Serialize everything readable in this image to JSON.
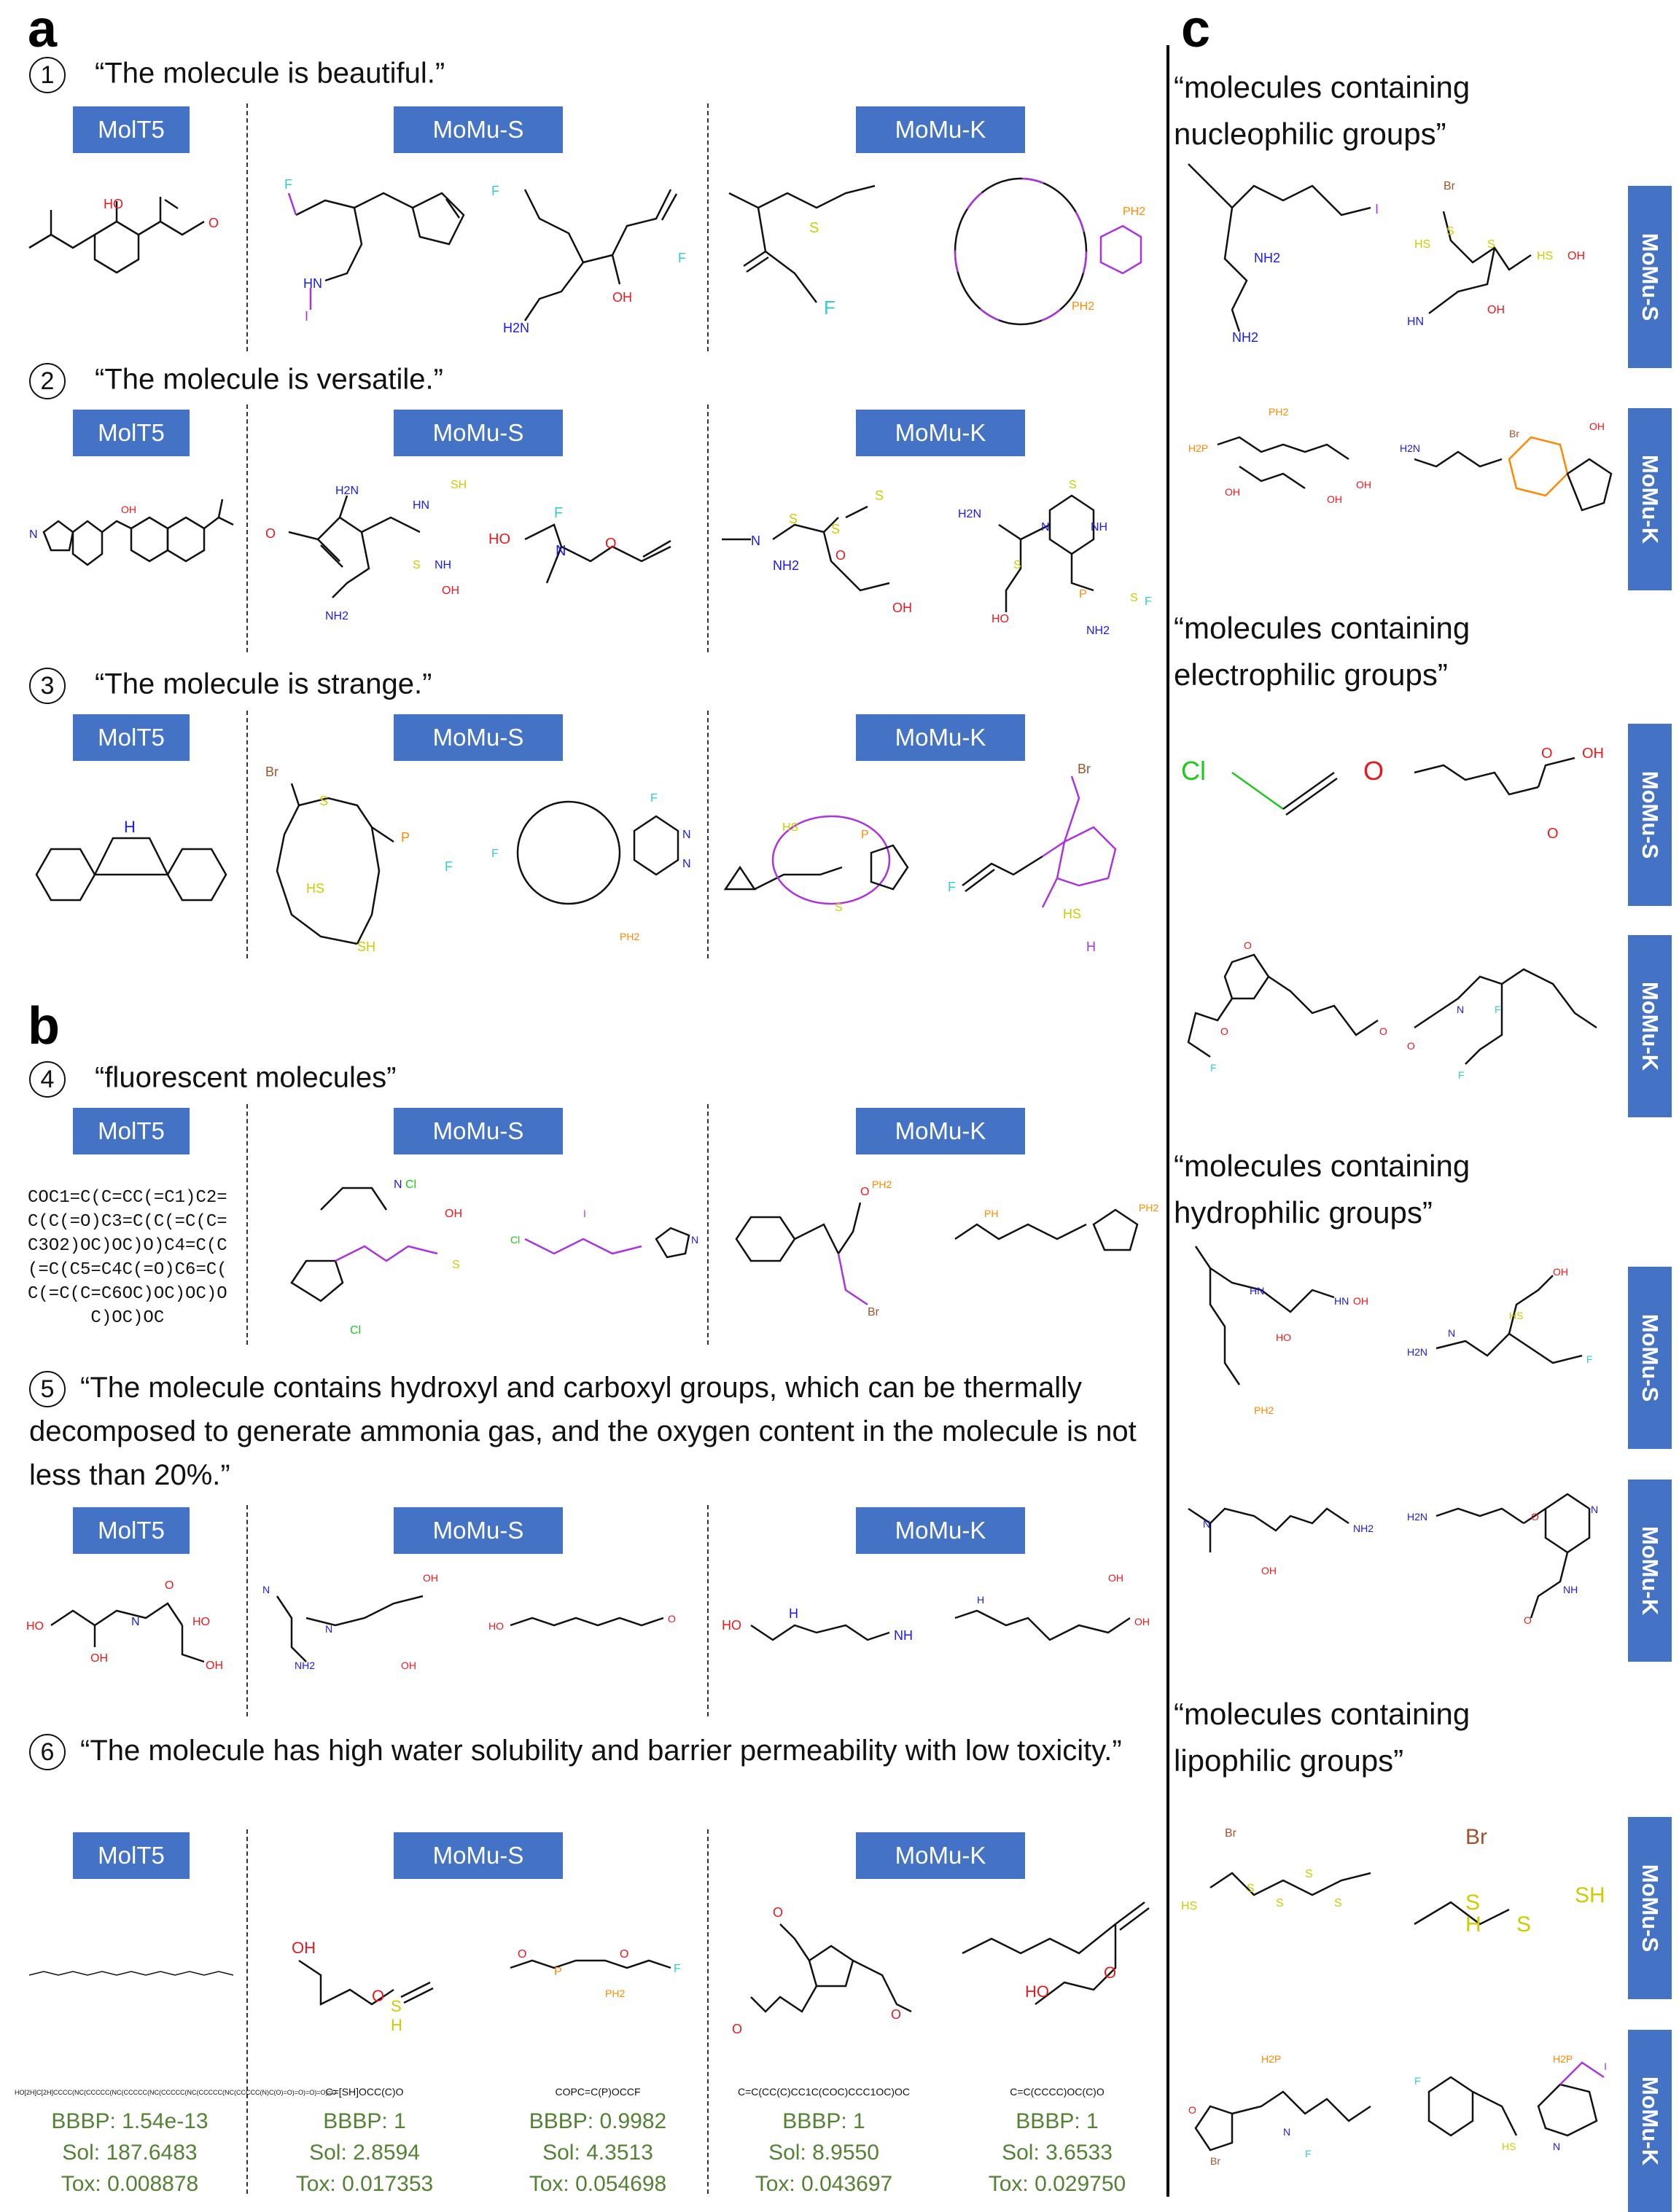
{
  "panels": {
    "a": "a",
    "b": "b",
    "c": "c"
  },
  "models": {
    "molt5": "MolT5",
    "momu_s": "MoMu-S",
    "momu_k": "MoMu-K"
  },
  "prompts": {
    "p1": {
      "num": "1",
      "text": "“The molecule is beautiful.”"
    },
    "p2": {
      "num": "2",
      "text": "“The molecule is versatile.”"
    },
    "p3": {
      "num": "3",
      "text": "“The molecule is strange.”"
    },
    "p4": {
      "num": "4",
      "text": "“fluorescent molecules”"
    },
    "p5": {
      "num": "5",
      "text": "“The molecule contains hydroxyl and carboxyl groups, which can be thermally decomposed to generate ammonia gas, and the oxygen content in the molecule is not less than 20%.”"
    },
    "p6": {
      "num": "6",
      "text": "“The molecule has high water solubility and barrier permeability with low toxicity.”"
    }
  },
  "molt5_smiles_p4": "COC1=C(C=CC(=C1)C2=\nC(C(=O)C3=C(C(=C(C=\nC3O2)OC)OC)O)C4=C(C\n(=C(C5=C4C(=O)C6=C(\nC(=C(C=C6OC)OC)OC)O\n      C)OC)OC",
  "p6_smiles": {
    "molt5": "HO[2H]C[2H]CCCC(NC(CCCCC(NC(CCCCC(NC(CCCCC(NC(CCCCC(NC(CCCCC(N)C(O)=O)=O)=O)=O)=O",
    "s1": "C=[SH]OCC(C)O",
    "s2": "COPC=C(P)OCCF",
    "k1": "C=C(CC(C)CC1C(COC)CCC1OC)OC",
    "k2": "C=C(CCCC)OC(C)O"
  },
  "p6_metrics": [
    {
      "bbbp": "BBBP: 1.54e-13",
      "sol": "Sol: 187.6483",
      "tox": "Tox: 0.008878"
    },
    {
      "bbbp": "BBBP: 1",
      "sol": "Sol: 2.8594",
      "tox": "Tox: 0.017353"
    },
    {
      "bbbp": "BBBP: 0.9982",
      "sol": "Sol: 4.3513",
      "tox": "Tox: 0.054698"
    },
    {
      "bbbp": "BBBP: 1",
      "sol": "Sol: 8.9550",
      "tox": "Tox: 0.043697"
    },
    {
      "bbbp": "BBBP: 1",
      "sol": "Sol: 3.6533",
      "tox": "Tox: 0.029750"
    }
  ],
  "c_prompts": {
    "nucleophilic": "“molecules containing nucleophilic groups”",
    "electrophilic": "“molecules containing electrophilic groups”",
    "hydrophilic": "“molecules containing hydrophilic groups”",
    "lipophilic": "“molecules containing lipophilic groups”"
  },
  "atoms": {
    "OH": "OH",
    "HO": "HO",
    "O": "O",
    "F": "F",
    "I": "I",
    "Br": "Br",
    "Cl": "Cl",
    "N": "N",
    "NH": "NH",
    "NH2": "NH2",
    "H2N": "H2N",
    "HN": "HN",
    "S": "S",
    "SH": "SH",
    "HS": "HS",
    "H": "H",
    "P": "P",
    "PH2": "PH2",
    "H2P": "H2P",
    "PH": "PH"
  },
  "colors": {
    "accent": "#4472c4",
    "metric": "#548235",
    "O": "#e8191d",
    "N": "#1a1aee",
    "F": "#33cccc",
    "I": "#aa33dd",
    "S": "#cccc00",
    "P": "#ff8800",
    "Br": "#a0522d",
    "Cl": "#1ec81e"
  }
}
